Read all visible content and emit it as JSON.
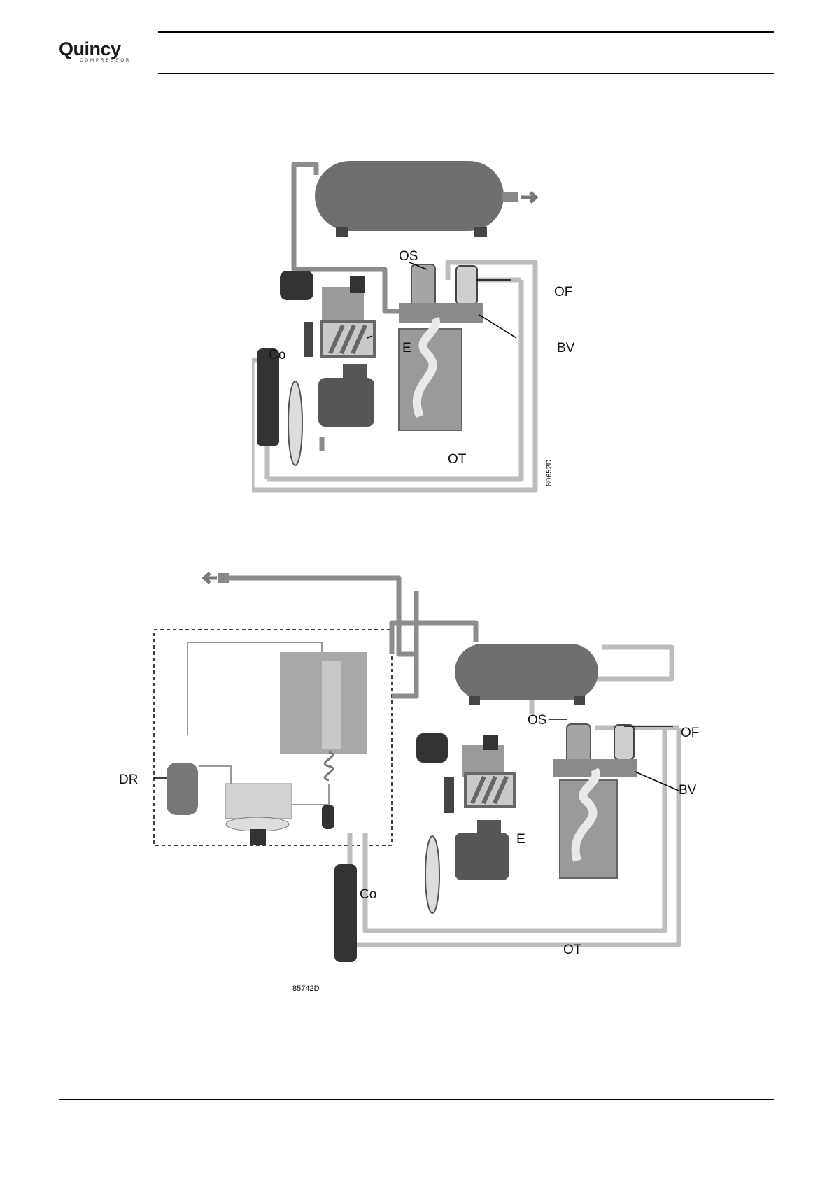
{
  "header": {
    "brand": "Quincy",
    "brand_sub": "COMPRESSOR"
  },
  "figure1": {
    "labels": {
      "os": "OS",
      "of": "OF",
      "bv": "BV",
      "e": "E",
      "co": "Co",
      "ot": "OT"
    },
    "code": "80652D"
  },
  "figure2": {
    "labels": {
      "dr": "DR",
      "os": "OS",
      "of": "OF",
      "bv": "BV",
      "e": "E",
      "co": "Co",
      "ot": "OT"
    },
    "code": "85742D"
  },
  "colors": {
    "pipe_light": "#bdbdbd",
    "pipe_dark": "#8c8c8c",
    "tank": "#6f6f6f",
    "rule": "#000000"
  }
}
